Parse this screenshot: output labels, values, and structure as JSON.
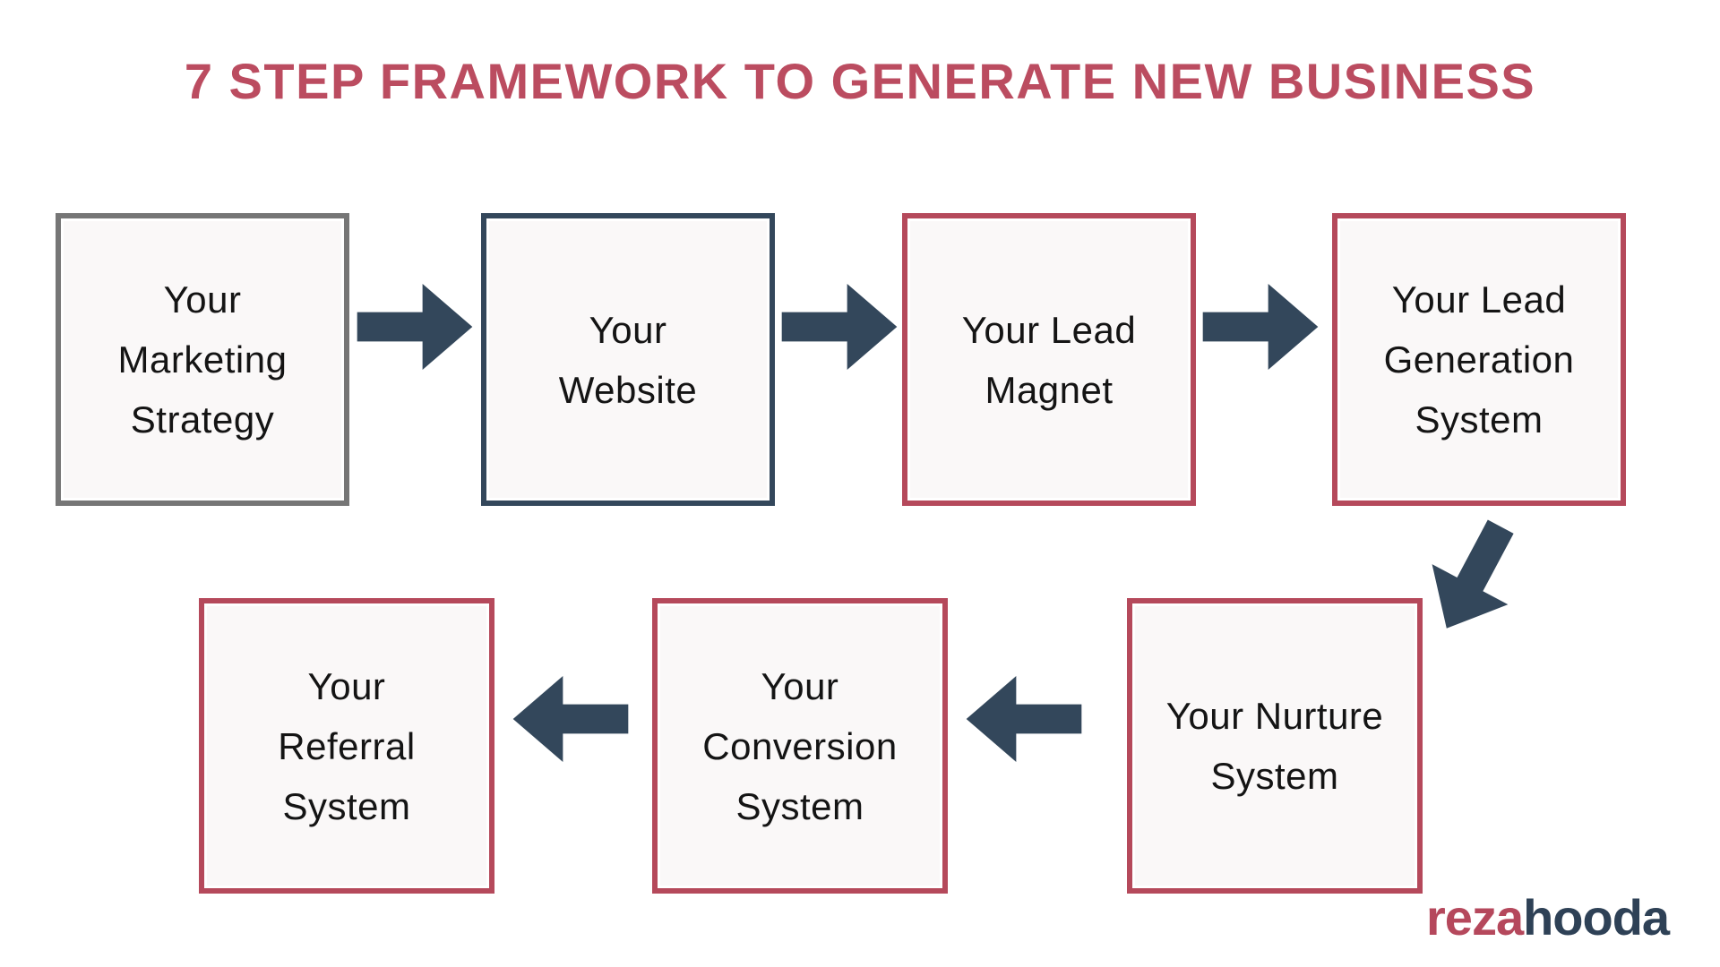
{
  "title": {
    "text": "7 STEP FRAMEWORK TO GENERATE NEW BUSINESS"
  },
  "colors": {
    "accent_crimson": "#b5495b",
    "accent_navy": "#33475b",
    "neutral_gray": "#767676",
    "box_fill": "#faf8f8",
    "title_color": "#bb4c60",
    "text_color": "#141414",
    "background": "#ffffff"
  },
  "diagram": {
    "steps": [
      {
        "id": 1,
        "label": "Your\nMarketing\nStrategy",
        "border": "gray"
      },
      {
        "id": 2,
        "label": "Your\nWebsite",
        "border": "navy"
      },
      {
        "id": 3,
        "label": "Your Lead\nMagnet",
        "border": "crimson"
      },
      {
        "id": 4,
        "label": "Your Lead\nGeneration\nSystem",
        "border": "crimson"
      },
      {
        "id": 5,
        "label": "Your Nurture\nSystem",
        "border": "crimson"
      },
      {
        "id": 6,
        "label": "Your\nConversion\nSystem",
        "border": "crimson"
      },
      {
        "id": 7,
        "label": "Your\nReferral\nSystem",
        "border": "crimson"
      }
    ],
    "arrows": [
      {
        "name": "arrow-right-icon",
        "from": "Your Marketing Strategy",
        "to": "Your Website",
        "direction": "right"
      },
      {
        "name": "arrow-right-icon",
        "from": "Your Website",
        "to": "Your Lead Magnet",
        "direction": "right"
      },
      {
        "name": "arrow-right-icon",
        "from": "Your Lead Magnet",
        "to": "Your Lead Generation System",
        "direction": "right"
      },
      {
        "name": "arrow-down-left-icon",
        "from": "Your Lead Generation System",
        "to": "Your Nurture System",
        "direction": "down-left"
      },
      {
        "name": "arrow-left-icon",
        "from": "Your Nurture System",
        "to": "Your Conversion System",
        "direction": "left"
      },
      {
        "name": "arrow-left-icon",
        "from": "Your Conversion System",
        "to": "Your Referral System",
        "direction": "left"
      }
    ]
  },
  "logo": {
    "part1": "reza",
    "part2": "hooda"
  }
}
